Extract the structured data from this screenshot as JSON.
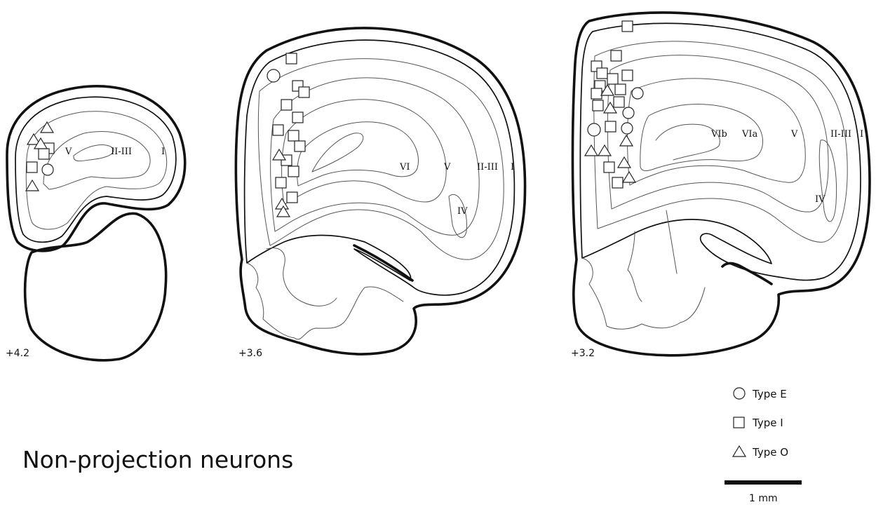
{
  "figure_title": "Non-projection neurons",
  "sections": [
    {
      "label": "+4.2",
      "layers": [
        "V",
        "II-III",
        "I"
      ]
    },
    {
      "label": "+3.6",
      "layers": [
        "VI",
        "V",
        "II-III",
        "I",
        "IV"
      ]
    },
    {
      "label": "+3.2",
      "layers": [
        "VIb",
        "VIa",
        "V",
        "II-III",
        "I",
        "IV"
      ]
    }
  ],
  "legend": [
    {
      "shape": "circle",
      "label": "Type E"
    },
    {
      "shape": "square",
      "label": "Type I"
    },
    {
      "shape": "triangle",
      "label": "Type O"
    }
  ],
  "scale_bar": {
    "label": "1 mm"
  }
}
